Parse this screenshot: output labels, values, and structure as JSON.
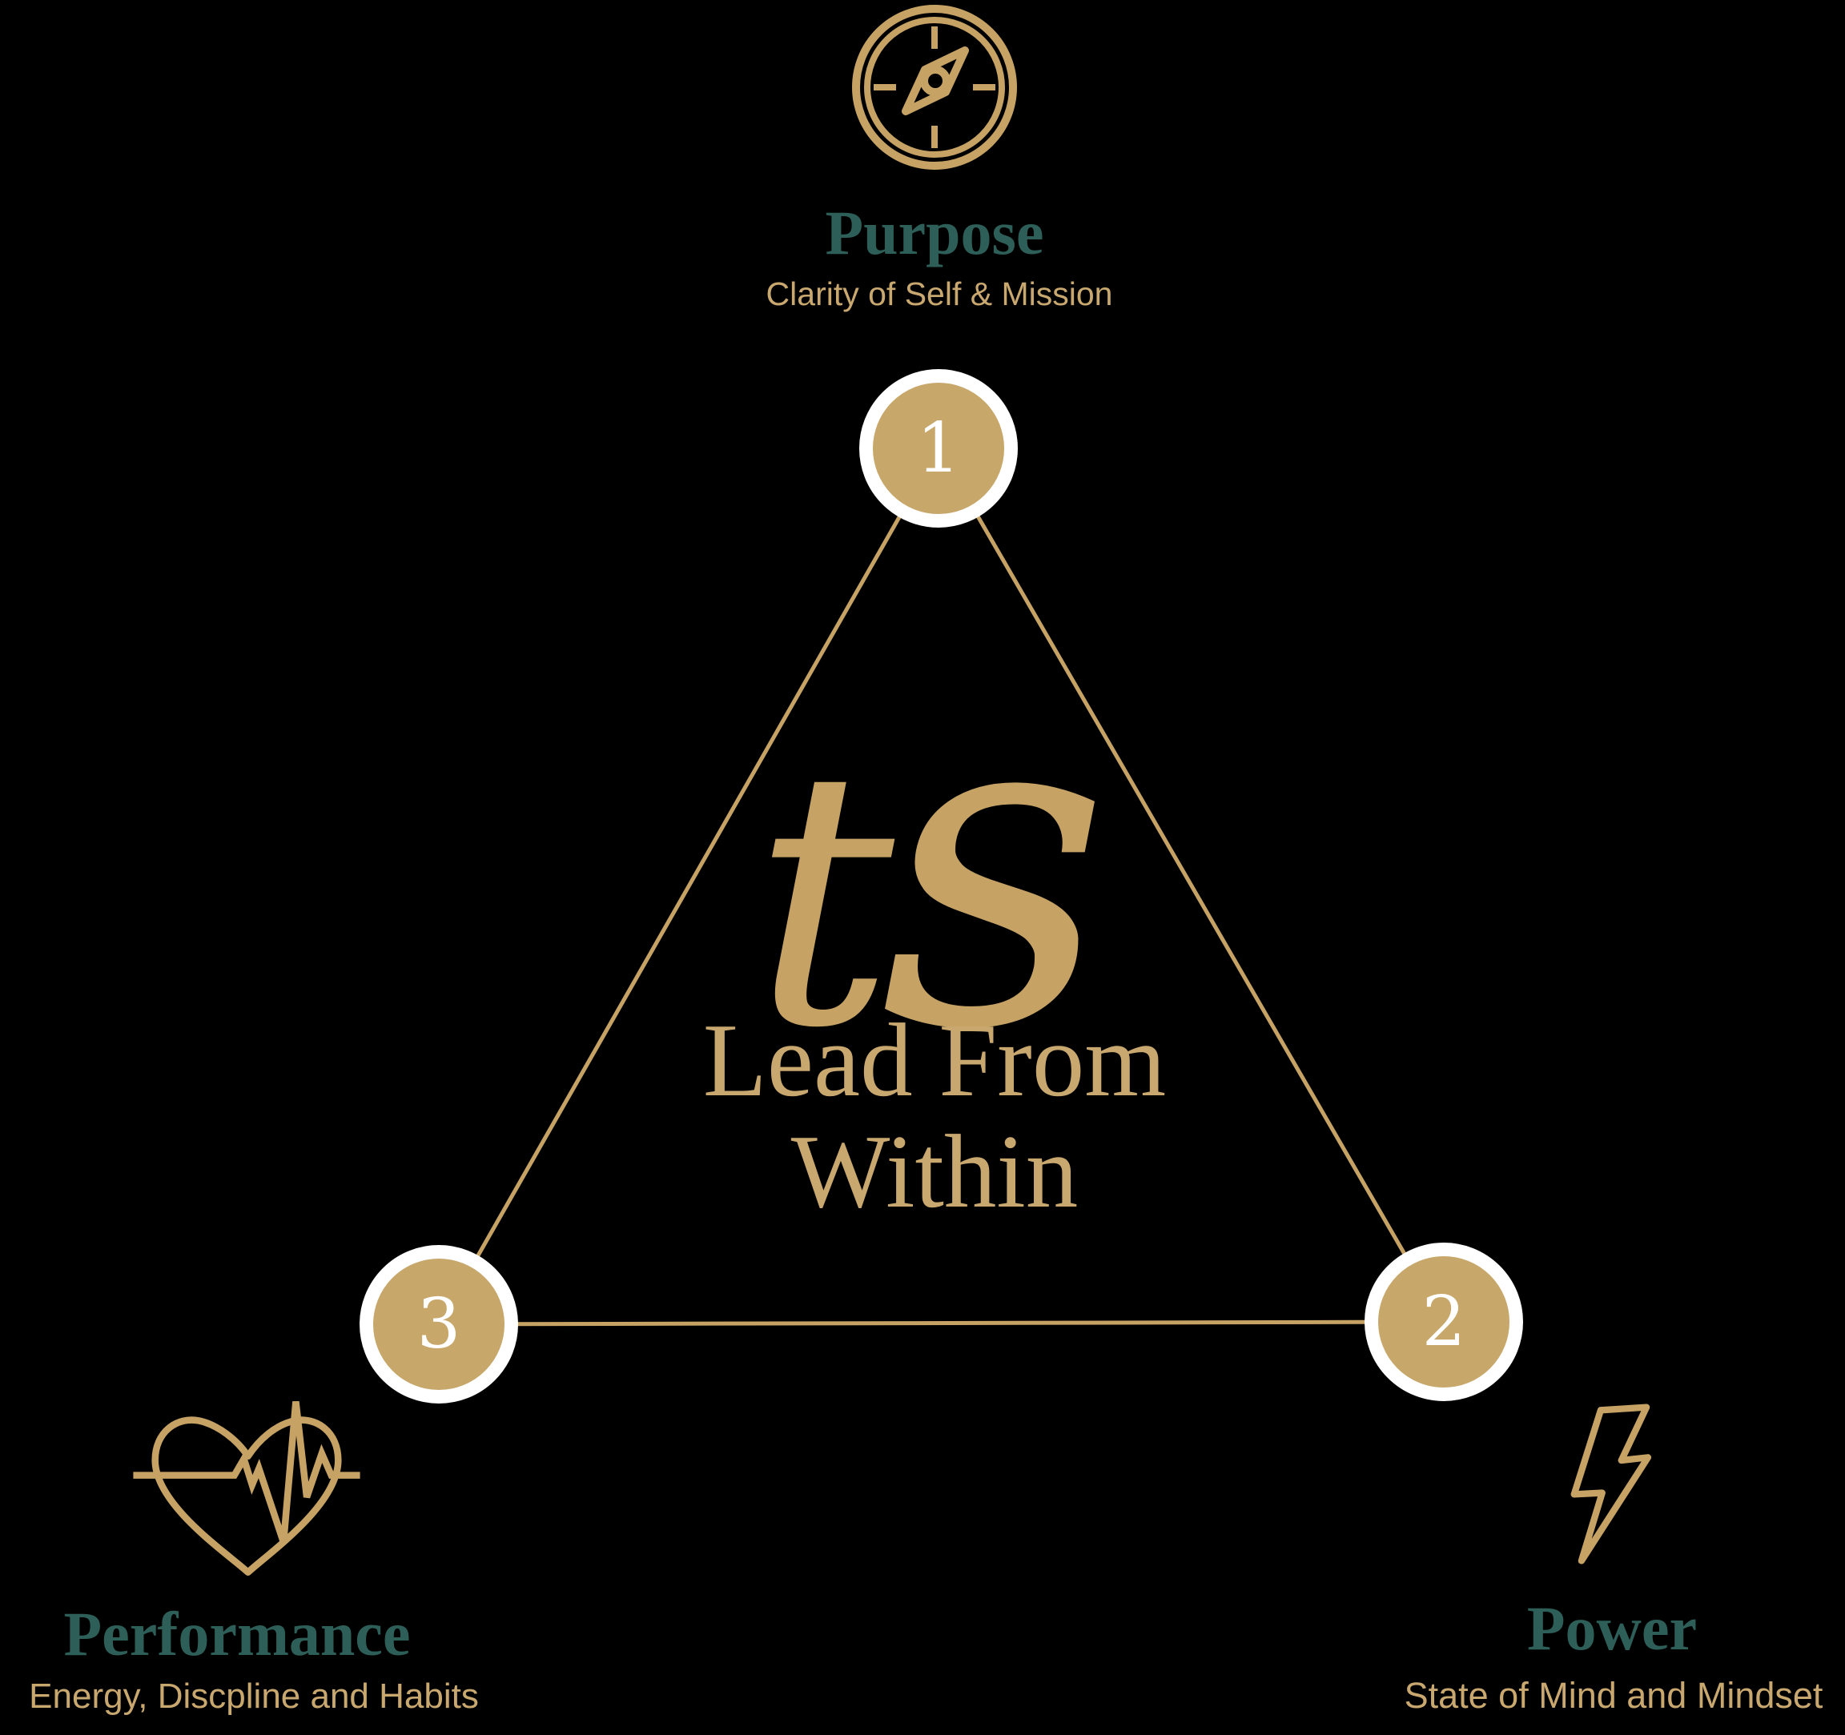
{
  "diagram": {
    "colors": {
      "gold": "#c6a365",
      "gold_text": "#c9a86f",
      "teal": "#2d5f58",
      "node_fill": "#c7a76a",
      "ring": "#ffffff",
      "background": "#000000"
    },
    "brand": {
      "logo_t": "t",
      "logo_s": "s",
      "tagline_line1": "Lead From",
      "tagline_line2": "Within"
    },
    "nodes": {
      "purpose": {
        "number": "1",
        "title": "Purpose",
        "subtitle": "Clarity of Self & Mission",
        "icon": "compass-icon"
      },
      "power": {
        "number": "2",
        "title": "Power",
        "subtitle": "State of Mind and Mindset",
        "icon": "lightning-bolt-icon"
      },
      "performance": {
        "number": "3",
        "title": "Performance",
        "subtitle": "Energy, Discpline and Habits",
        "icon": "heart-pulse-icon"
      }
    }
  }
}
